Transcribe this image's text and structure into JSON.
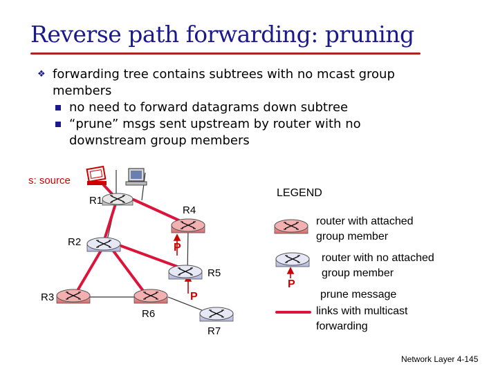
{
  "title": "Reverse path forwarding: pruning",
  "bullets": [
    {
      "text": "forwarding tree contains subtrees with no mcast group members",
      "line1": "forwarding tree contains subtrees with no mcast group",
      "line2": "members",
      "sub": [
        {
          "line1": "no need to forward datagrams down subtree"
        },
        {
          "line1": "“prune” msgs sent upstream by router with no",
          "line2": "downstream group members"
        }
      ]
    }
  ],
  "source_label": "s: source",
  "routers": {
    "R1": "R1",
    "R2": "R2",
    "R3": "R3",
    "R4": "R4",
    "R5": "R5",
    "R6": "R6",
    "R7": "R7"
  },
  "prune_label": "P",
  "legend": {
    "title": "LEGEND",
    "attached": "router with attached group member",
    "attached_l1": "router with attached",
    "attached_l2": "group member",
    "not_attached_l1": "router with no attached",
    "not_attached_l2": "group member",
    "prune": "prune message",
    "links_l1": "links with multicast",
    "links_l2": "forwarding"
  },
  "footer": "Network Layer 4-145",
  "colors": {
    "title": "#1a1a8c",
    "accent": "#b22222",
    "pink_router": "#e58d8d",
    "blue_router": "#c9cde8",
    "multicast_link": "#dc143c"
  }
}
